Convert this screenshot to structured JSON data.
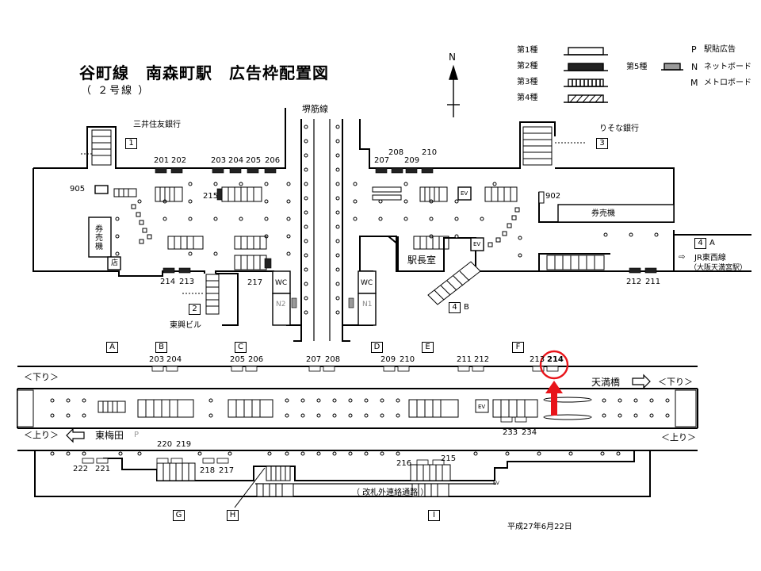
{
  "title": "谷町線　南森町駅　広告枠配置図",
  "subtitle": "（ ２号線 ）",
  "compass": "N",
  "legend": {
    "types": [
      "第1種",
      "第2種",
      "第3種",
      "第4種",
      "第5種"
    ],
    "codes": [
      {
        "letter": "P",
        "label": "駅貼広告"
      },
      {
        "letter": "N",
        "label": "ネットボード"
      },
      {
        "letter": "M",
        "label": "メトロボード"
      }
    ]
  },
  "upper": {
    "line_name": "堺筋線",
    "bank_left": "三井住友銀行",
    "bank_right": "りそな銀行",
    "exit_1": "1",
    "exit_2": "2",
    "exit_3": "3",
    "exit_4a": "4",
    "exit_4a_suffix": "A",
    "exit_4b": "4",
    "exit_4b_suffix": "B",
    "ad_905": "905",
    "ad_902": "902",
    "ad_215": "215",
    "ticket_left": "券売機",
    "ticket_right": "券売機",
    "tou_label": "店",
    "station_master": "駅長室",
    "wc1": "WC",
    "wc2": "WC",
    "n1": "N1",
    "n2": "N2",
    "ev1": "EV",
    "ev2": "EV",
    "building": "東興ビル",
    "jr_arrow": "⇨",
    "jr_line": "JR東西線",
    "jr_station": "（大阪天満宮駅）",
    "ads_top_left": [
      "201",
      "202",
      "203",
      "204",
      "205",
      "206"
    ],
    "ads_top_right": [
      "207",
      "208",
      "209",
      "210"
    ],
    "ads_bottom_left": [
      "214",
      "213",
      "217"
    ],
    "ads_bottom_right": [
      "212",
      "211"
    ]
  },
  "platform": {
    "section_labels": [
      "A",
      "B",
      "C",
      "D",
      "E",
      "F"
    ],
    "ads_top": [
      "203",
      "204",
      "205",
      "206",
      "207",
      "208",
      "209",
      "210",
      "211",
      "212",
      "213",
      "214"
    ],
    "highlight": "214",
    "down_left": "＜下り＞",
    "down_right": "＜下り＞",
    "up_left": "＜上り＞",
    "up_right": "＜上り＞",
    "tenmabashi": "天満橋",
    "higashiumeda": "東梅田",
    "arrow_right": "⇨",
    "arrow_left": "⇦",
    "p_mark": "P",
    "ev3": "EV",
    "ads_platform": [
      "233",
      "234"
    ]
  },
  "lower": {
    "ads": [
      "222",
      "221",
      "220",
      "219",
      "218",
      "217",
      "216",
      "215"
    ],
    "corridor": "（ 改札外連絡通路 ）",
    "section_labels": [
      "G",
      "H",
      "I"
    ],
    "ev4": "EV"
  },
  "date": "平成27年6月22日",
  "colors": {
    "highlight": "#e8141a",
    "ink": "#000000",
    "gray": "#9a9a9a"
  }
}
